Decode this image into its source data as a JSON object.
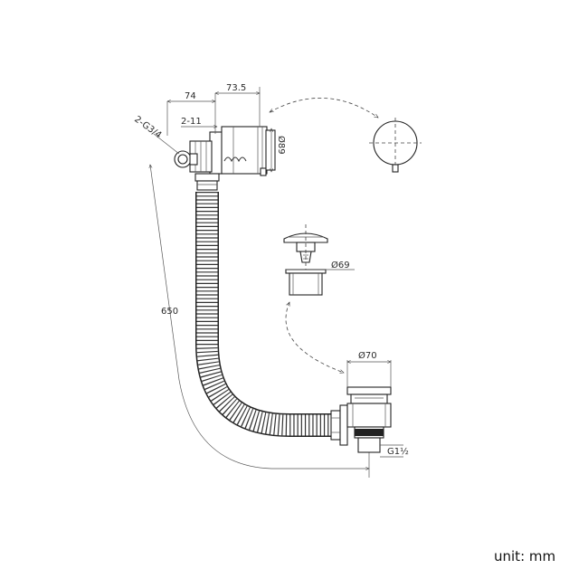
{
  "dimensions": {
    "d74": "74",
    "d735": "73.5",
    "d211": "2-11",
    "g34": "2-G3/4",
    "phi89": "Ø89",
    "d650": "650",
    "phi69": "Ø69",
    "phi70": "Ø70",
    "g112": "G1½"
  },
  "unit_label": "unit: mm",
  "colors": {
    "line": "#333333",
    "background": "#ffffff"
  }
}
